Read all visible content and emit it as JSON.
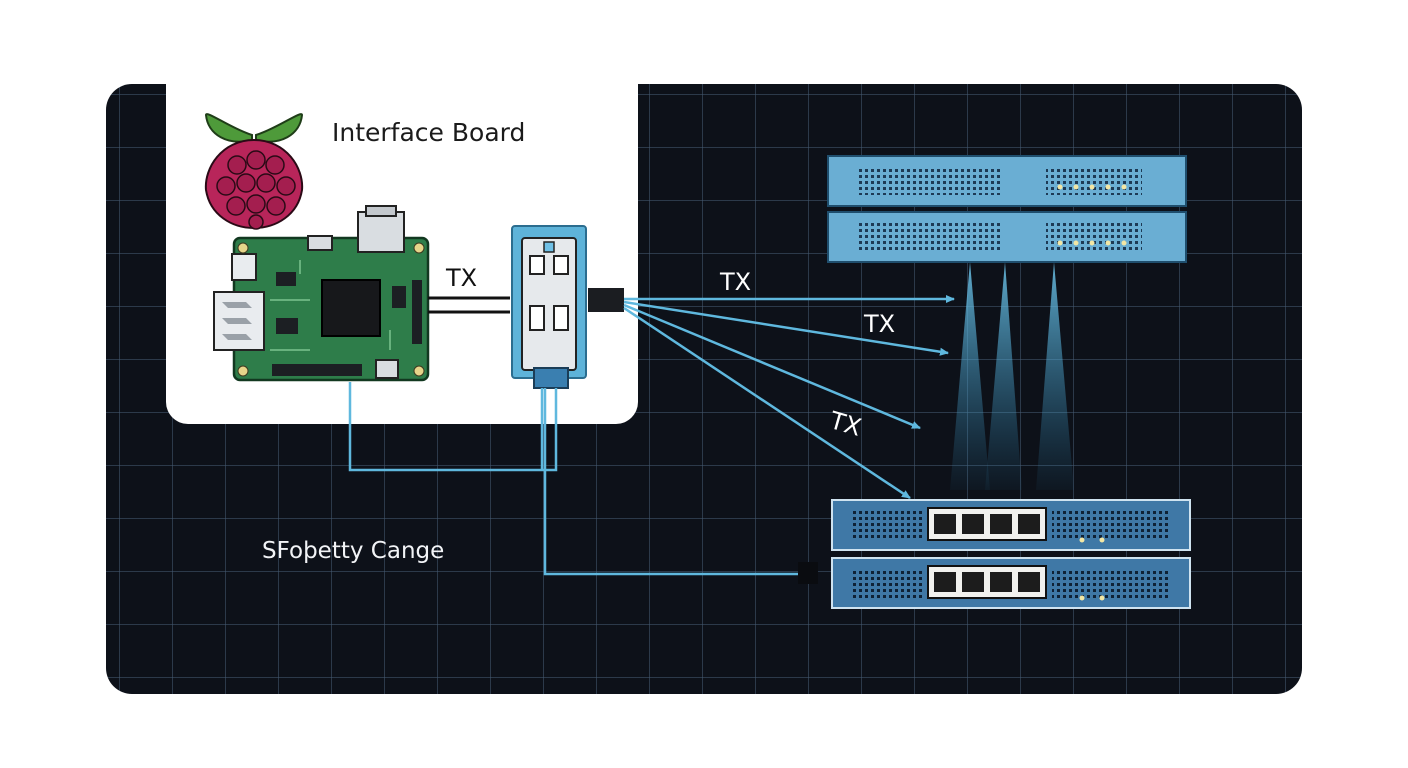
{
  "diagram": {
    "board_title": "Interface Board",
    "footer_label": "SFoþetty Cange",
    "tx_labels": [
      "TX",
      "TX",
      "TX",
      "TX"
    ]
  },
  "icons": {
    "logo": "raspberry-pi-logo",
    "board": "circuit-board",
    "module": "sfp-transceiver",
    "servers": "rack-server",
    "switches": "network-switch"
  },
  "colors": {
    "panel": "#0d1119",
    "wire": "#5fb8de",
    "rack": "#6aaed3",
    "switch": "#3f78a6",
    "board": "#2e7d4a",
    "raspberry": "#b8255a",
    "leaf": "#4e9a3a"
  }
}
